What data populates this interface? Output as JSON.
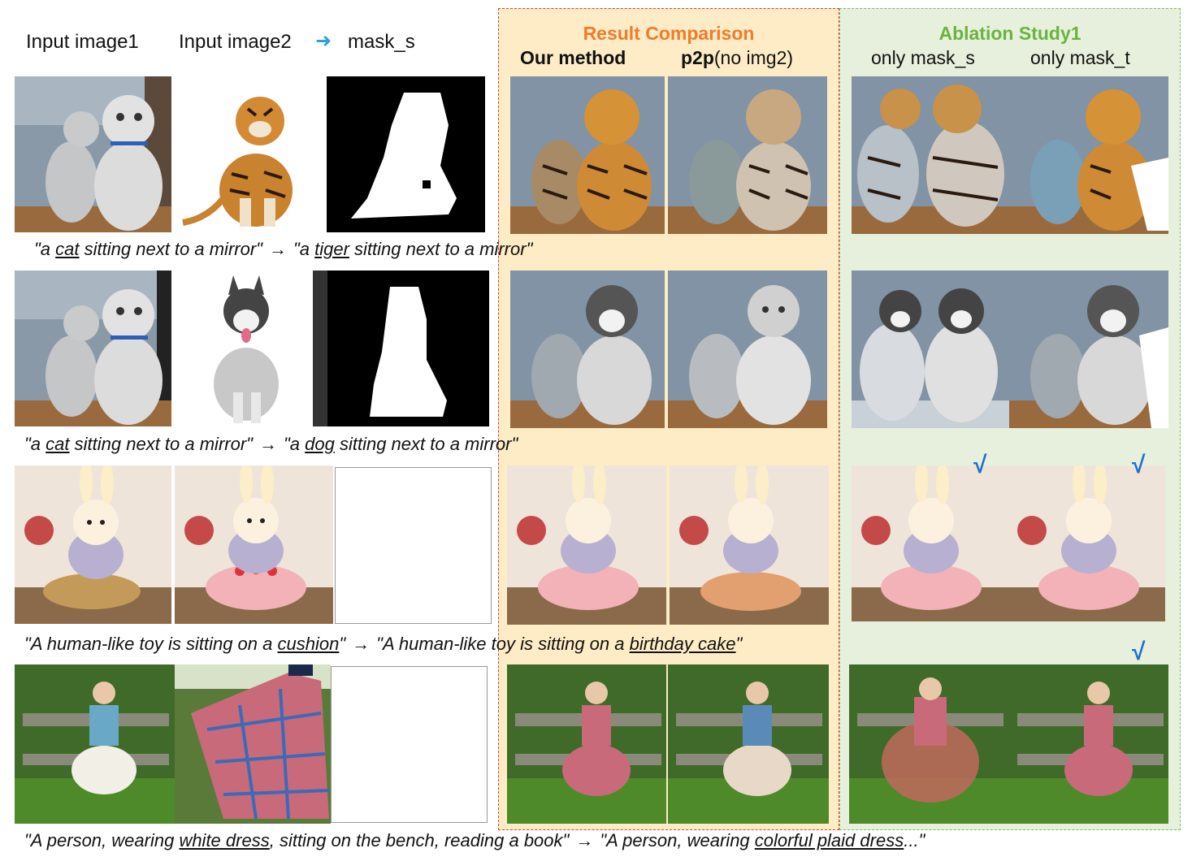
{
  "headers": {
    "input1": "Input image1",
    "input2": "Input image2",
    "arrow_color": "#29a0e8",
    "mask": "mask_s",
    "result_title": "Result Comparison",
    "result_title_color": "#f07b2a",
    "our_method": "Our method",
    "p2p_bold": "p2p",
    "p2p_rest": "(no img2)",
    "ablation_title": "Ablation Study1",
    "ablation_title_color": "#6bb33f",
    "only_mask_s": "only mask_s",
    "only_mask_t": "only mask_t"
  },
  "captions": [
    {
      "q1": "\"a ",
      "u1": "cat",
      "r1": " sitting next to a mirror\"",
      "arrow": "→",
      "q2": "\"a ",
      "u2": "tiger",
      "r2": " sitting next to a mirror\""
    },
    {
      "q1": "\"a ",
      "u1": "cat",
      "r1": " sitting next to a mirror\"",
      "arrow": "→",
      "q2": "\"a ",
      "u2": "dog",
      "r2": " sitting next to a mirror\""
    },
    {
      "q1": "\"A human-like toy is sitting on a ",
      "u1": "cushion",
      "r1": "\"",
      "arrow": "→",
      "q2": "\"A human-like toy is sitting on a ",
      "u2": "birthday cake",
      "r2": "\""
    },
    {
      "q1": "\"A person, wearing ",
      "u1": "white dress",
      "r1": ", sitting on the bench, reading a book\"",
      "arrow": "→",
      "q2": "\"A person, wearing ",
      "u2": "colorful plaid dress",
      "r2": "...\""
    }
  ],
  "checkmark": "√",
  "check_color": "#1f6fd0"
}
